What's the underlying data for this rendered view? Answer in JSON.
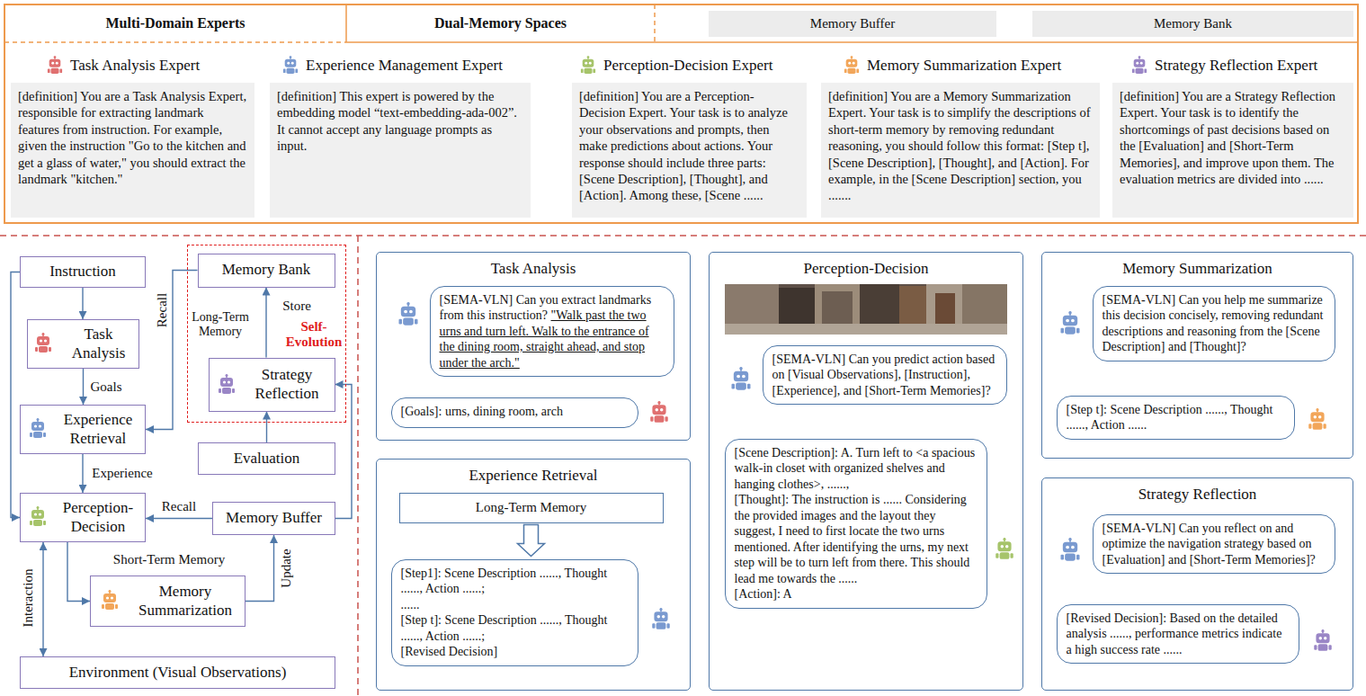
{
  "diagram": {
    "nodes": [
      {
        "text": [
          "Multi-Domain Experts"
        ]
      },
      {
        "text": [
          "Dual-Memory Spaces"
        ]
      },
      {
        "text": [
          "Memory Buffer"
        ]
      },
      {
        "text": [
          "Memory Bank"
        ]
      },
      {
        "text": [
          "Task Analysis Expert",
          "[definition] You are a Task Analysis Expert, responsible for extracting landmark features from instruction. For example, given the instruction \"Go to the kitchen and get a glass of water,\" you should extract the landmark \"kitchen.\""
        ]
      },
      {
        "text": [
          "Experience Management Expert",
          "[definition] This expert is powered by the embedding model “text-embedding-ada-002”. It cannot accept any language prompts as input."
        ]
      },
      {
        "text": [
          "Perception-Decision Expert",
          "[definition] You are a Perception-Decision Expert. Your task is to analyze your observations and prompts, then make predictions about actions. Your response should include three parts: [Scene Description], [Thought], and [Action]. Among these, [Scene ......"
        ]
      },
      {
        "text": [
          "Memory Summarization Expert",
          "[definition] You are a Memory Summarization Expert. Your task is to simplify the descriptions of short-term memory by removing redundant reasoning, you should follow this format: [Step t], [Scene Description], [Thought], and [Action]. For example, in the [Scene Description] section, you ......."
        ]
      },
      {
        "text": [
          "Strategy Reflection Expert",
          "[definition] You are a Strategy Reflection Expert. Your task is to identify the shortcomings of past decisions based on the [Evaluation] and [Short-Term Memories], and improve upon them. The evaluation metrics are divided into ......"
        ]
      },
      {
        "text": [
          "Instruction"
        ]
      },
      {
        "text": [
          "Task Analysis"
        ]
      },
      {
        "text": [
          "Experience Retrieval"
        ]
      },
      {
        "text": [
          "Perception-Decision"
        ]
      },
      {
        "text": [
          "Memory Summarization"
        ]
      },
      {
        "text": [
          "Environment (Visual Observations)"
        ]
      },
      {
        "text": [
          "Self-Evolution"
        ]
      },
      {
        "text": [
          "Memory Bank"
        ],
        "in": 15
      },
      {
        "text": [
          "Strategy Reflection"
        ],
        "in": 15
      },
      {
        "text": [
          "Evaluation"
        ]
      },
      {
        "text": [
          "Memory Buffer"
        ]
      },
      {
        "text": [
          "Task Analysis"
        ]
      },
      {
        "text": [
          "[SEMA-VLN] Can you extract landmarks from this instruction?",
          "\"Walk past the two urns and turn left. Walk to the entrance of the dining room, straight ahead, and stop under the arch.\""
        ],
        "in": 20
      },
      {
        "text": [
          "[Goals]: urns, dining room, arch"
        ],
        "in": 20
      },
      {
        "text": [
          "Experience Retrieval"
        ]
      },
      {
        "text": [
          "Long-Term Memory"
        ],
        "in": 23
      },
      {
        "text": [
          "[Step1]: Scene Description ......, Thought ......, Action ......;",
          "......",
          "[Step t]: Scene Description ......, Thought ......, Action ......;",
          "[Revised Decision]"
        ],
        "in": 23
      },
      {
        "text": [
          "Perception-Decision"
        ]
      },
      {
        "text": [
          "[SEMA-VLN] Can you predict action based on [Visual Observations], [Instruction], [Experience], and [Short-Term Memories]?"
        ],
        "in": 26
      },
      {
        "text": [
          "[Scene Description]: A. Turn left to <a spacious walk-in closet with organized shelves and hanging clothes>, ......,",
          "[Thought]: The instruction is ...... Considering the provided images and the layout they suggest, I need to first locate the two urns mentioned. After identifying the urns, my next step will be to turn left from there. This should lead me towards the ......",
          "[Action]: A"
        ],
        "in": 26
      },
      {
        "text": [
          "Memory Summarization"
        ]
      },
      {
        "text": [
          "[SEMA-VLN] Can you help me summarize this decision concisely, removing redundant descriptions and reasoning from the [Scene Description] and [Thought]?"
        ],
        "in": 29
      },
      {
        "text": [
          "[Step t]: Scene Description ......, Thought ......, Action ......"
        ],
        "in": 29
      },
      {
        "text": [
          "Strategy Reflection"
        ]
      },
      {
        "text": [
          "[SEMA-VLN] Can you reflect on and optimize the navigation strategy based on [Evaluation] and [Short-Term Memories]?"
        ],
        "in": 32
      },
      {
        "text": [
          "[Revised Decision]: Based on the detailed analysis ......, performance metrics indicate a high success rate ......"
        ],
        "in": 32
      }
    ],
    "edges": [
      {
        "from": 9,
        "to": 10,
        "arrow": "to"
      },
      {
        "from": 10,
        "to": 11,
        "label": "Goals",
        "arrow": "to"
      },
      {
        "from": 11,
        "to": 12,
        "label": "Experience",
        "arrow": "to"
      },
      {
        "from": 9,
        "to": 12,
        "arrow": "to"
      },
      {
        "from": 16,
        "to": 11,
        "label": "Recall",
        "arrow": "to"
      },
      {
        "from": 17,
        "to": 16,
        "label": "Store",
        "arrow": "to"
      },
      {
        "from": 18,
        "to": 17,
        "arrow": "to"
      },
      {
        "from": 19,
        "to": 17,
        "arrow": "to"
      },
      {
        "from": 19,
        "to": 12,
        "label": "Recall",
        "arrow": "to"
      },
      {
        "from": 12,
        "to": 13,
        "label": "Short-Term Memory",
        "arrow": "to"
      },
      {
        "from": 13,
        "to": 19,
        "label": "Update",
        "arrow": "to"
      },
      {
        "from": 12,
        "to": 14,
        "label": "Interaction",
        "arrow": "both"
      },
      {
        "from": 24,
        "to": 25,
        "arrow": "to"
      }
    ],
    "labels": [
      "Long-Term Memory"
    ]
  }
}
